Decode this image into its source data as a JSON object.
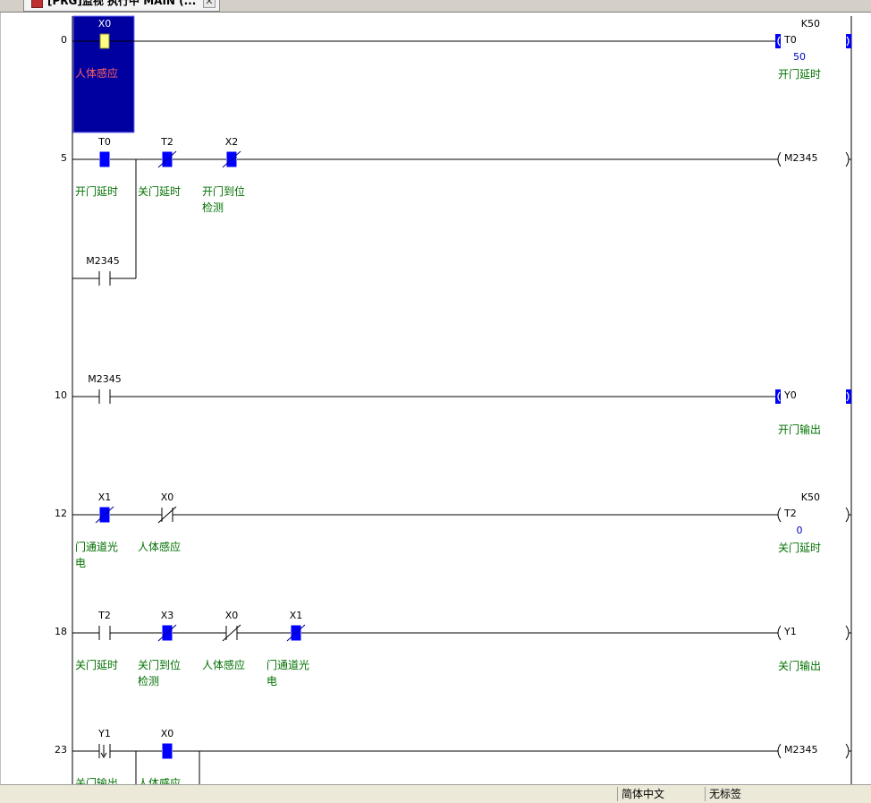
{
  "tab": {
    "title": "[PRG]监视 执行中 MAIN (...",
    "close": "✕"
  },
  "status": {
    "language": "简体中文",
    "label": "无标签"
  },
  "colors": {
    "rail": "#000000",
    "contact": "#0000ff",
    "comment": "#007000",
    "device": "#000000",
    "value": "#0000c0",
    "cursor": "#0000a0",
    "cursor_contact": "#ffff80",
    "cursor_text": "#ff6060"
  },
  "rungs": [
    {
      "step": "0",
      "contacts": [
        {
          "device": "X0",
          "comment": [
            "人体感应"
          ],
          "type": "NO",
          "on": true,
          "cursor": true
        }
      ],
      "coil": {
        "device": "T0",
        "setvalue": "K50",
        "current": "50",
        "comment": "开门延时",
        "on": true
      }
    },
    {
      "step": "5",
      "contacts": [
        {
          "device": "T0",
          "comment": [
            "开门延时"
          ],
          "type": "NO",
          "on": true
        },
        {
          "device": "T2",
          "comment": [
            "关门延时"
          ],
          "type": "NC",
          "on": true
        },
        {
          "device": "X2",
          "comment": [
            "开门到位",
            "检测"
          ],
          "type": "NC",
          "on": true
        }
      ],
      "branch": {
        "device": "M2345",
        "type": "NO",
        "on": false
      },
      "coil": {
        "device": "M2345",
        "on": false
      }
    },
    {
      "step": "10",
      "contacts": [
        {
          "device": "M2345",
          "comment": [],
          "type": "NO",
          "on": false
        }
      ],
      "coil": {
        "device": "Y0",
        "comment": "开门输出",
        "on": true
      }
    },
    {
      "step": "12",
      "contacts": [
        {
          "device": "X1",
          "comment": [
            "门通道光",
            "电"
          ],
          "type": "NC",
          "on": true
        },
        {
          "device": "X0",
          "comment": [
            "人体感应"
          ],
          "type": "NC",
          "on": false
        }
      ],
      "coil": {
        "device": "T2",
        "setvalue": "K50",
        "current": "0",
        "comment": "关门延时",
        "on": false
      }
    },
    {
      "step": "18",
      "contacts": [
        {
          "device": "T2",
          "comment": [
            "关门延时"
          ],
          "type": "NO",
          "on": false
        },
        {
          "device": "X3",
          "comment": [
            "关门到位",
            "检测"
          ],
          "type": "NC",
          "on": true
        },
        {
          "device": "X0",
          "comment": [
            "人体感应"
          ],
          "type": "NC",
          "on": false
        },
        {
          "device": "X1",
          "comment": [
            "门通道光",
            "电"
          ],
          "type": "NC",
          "on": true
        }
      ],
      "coil": {
        "device": "Y1",
        "comment": "关门输出",
        "on": false
      }
    },
    {
      "step": "23",
      "contacts": [
        {
          "device": "Y1",
          "comment": [
            "关门输出"
          ],
          "type": "PULSE",
          "on": false
        },
        {
          "device": "X0",
          "comment": [
            "人体感应"
          ],
          "type": "NO",
          "on": true
        }
      ],
      "coil": {
        "device": "M2345",
        "on": false
      }
    }
  ]
}
